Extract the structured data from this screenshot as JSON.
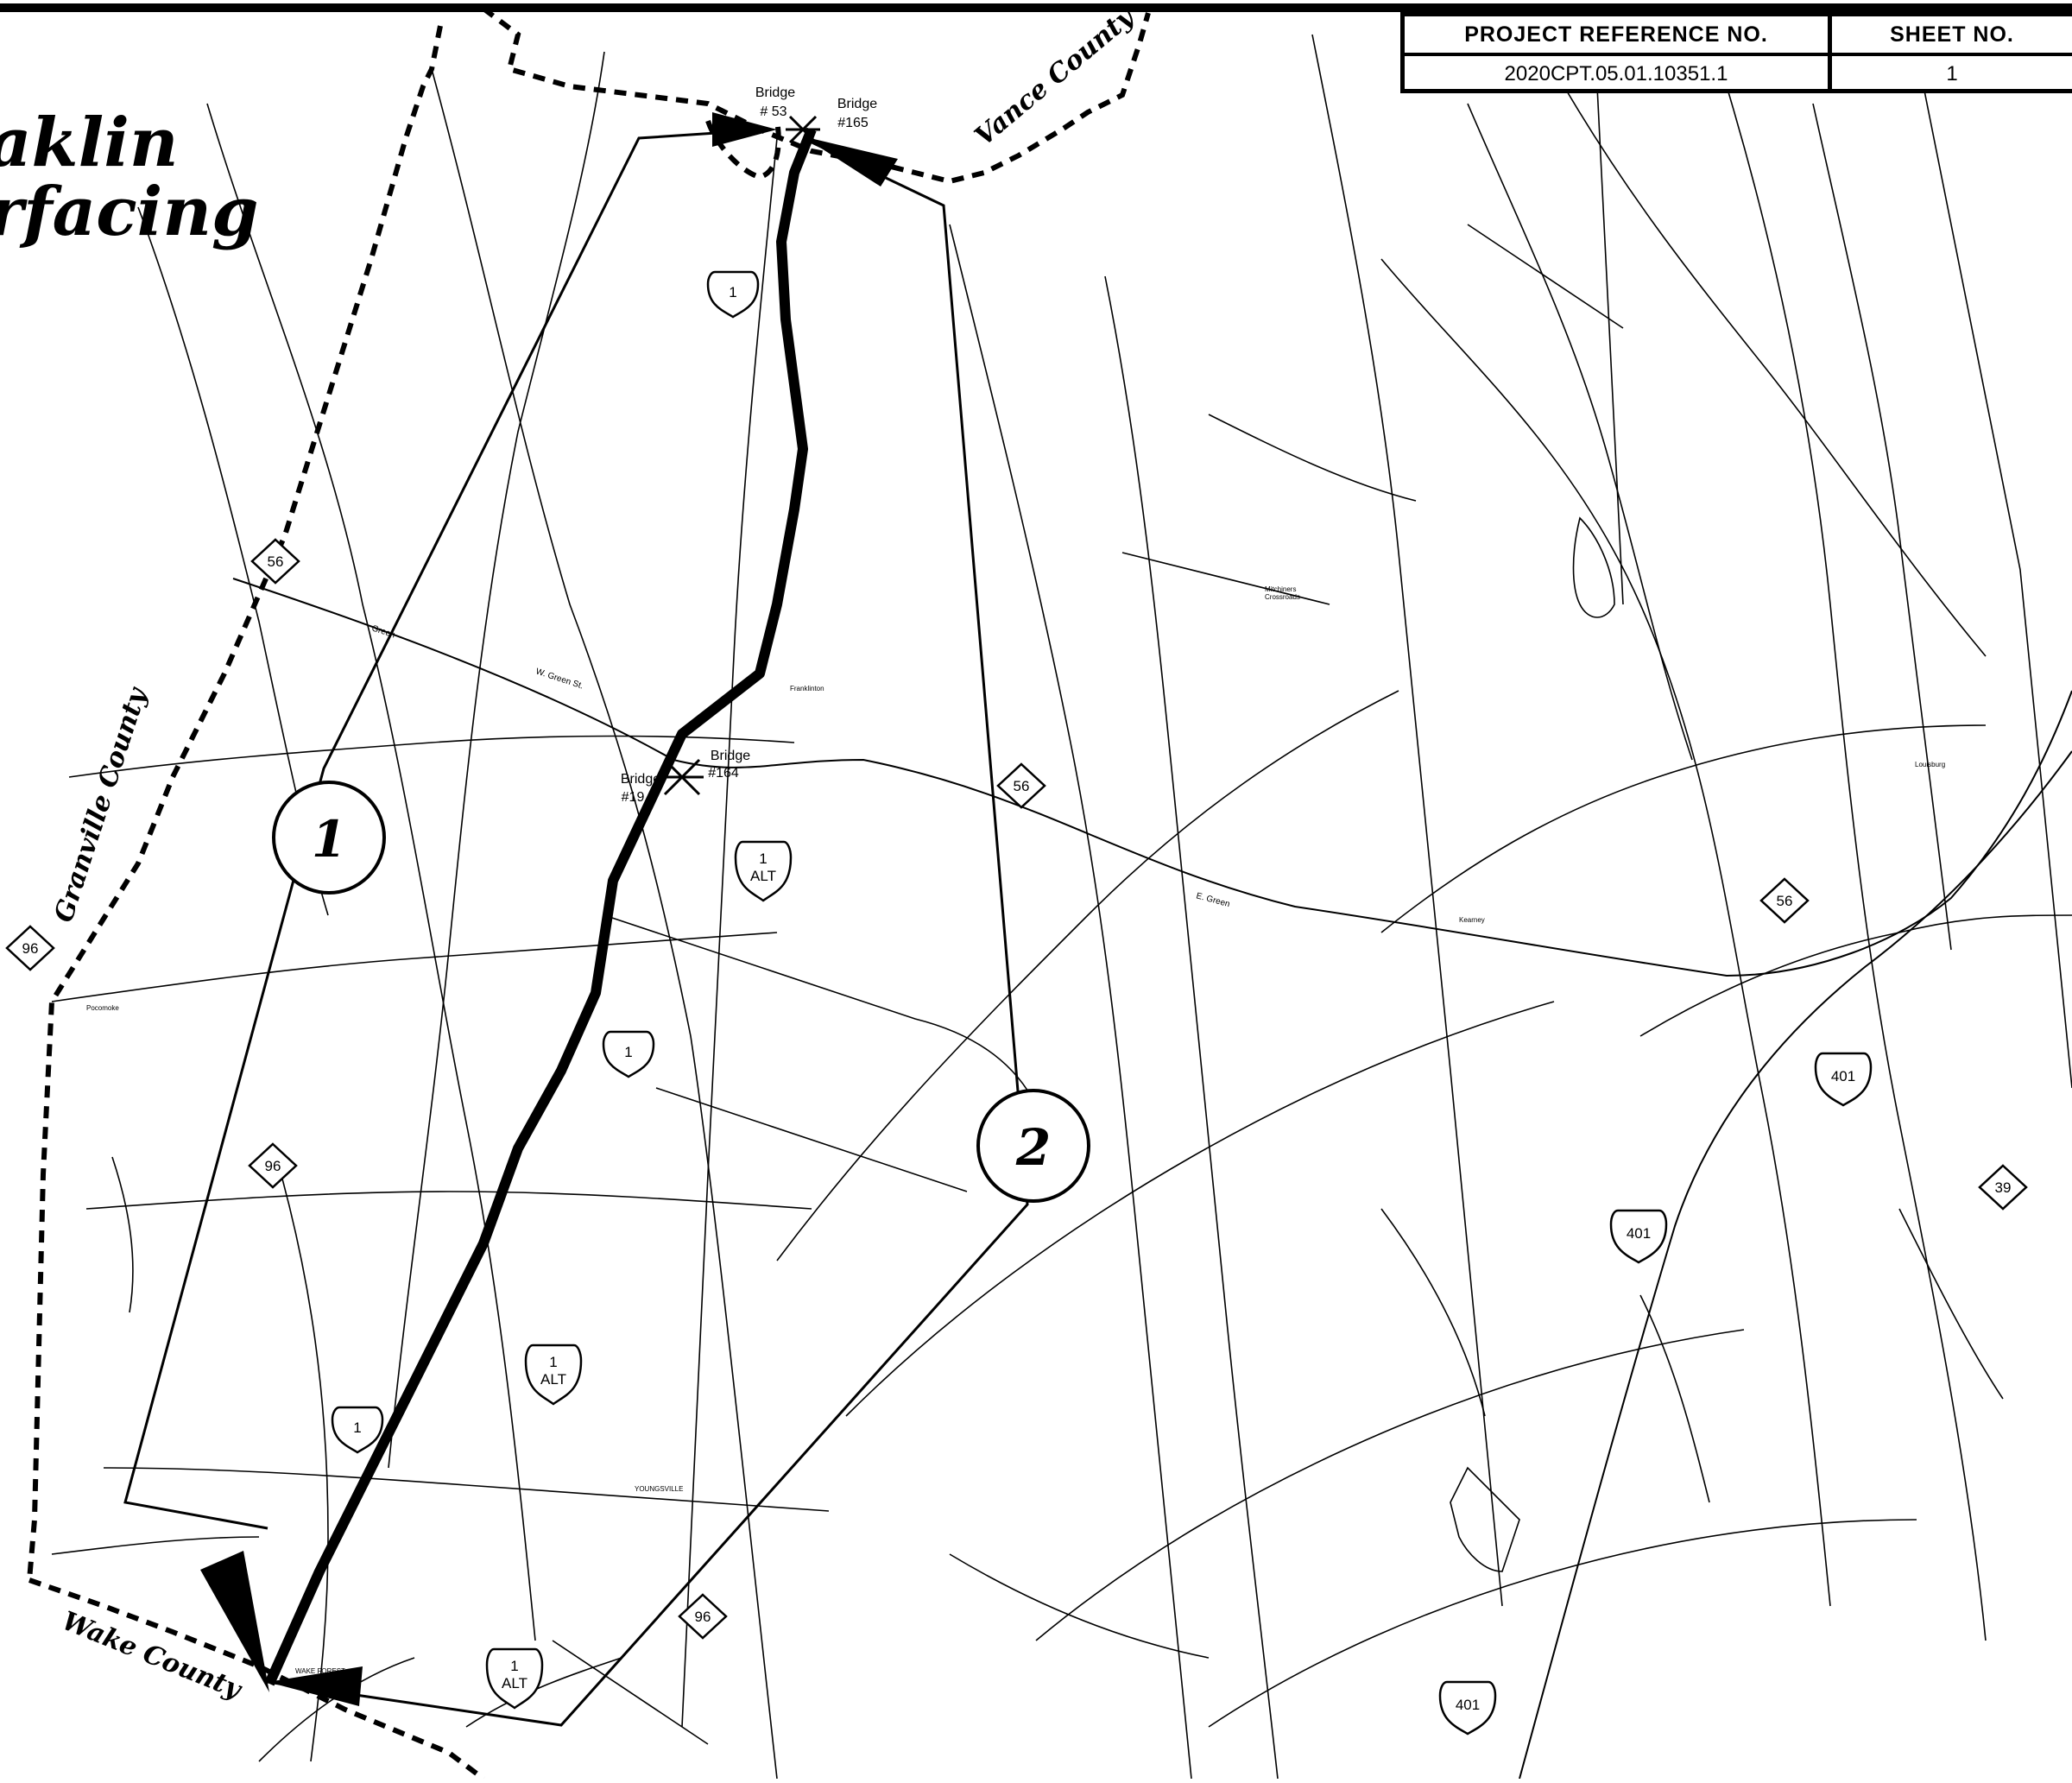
{
  "title_block": {
    "project_reference_label": "PROJECT REFERENCE NO.",
    "sheet_label": "SHEET NO.",
    "project_reference_value": "2020CPT.05.01.10351.1",
    "sheet_value": "1"
  },
  "map_title": {
    "line1": "aklin",
    "line2": "rfacing"
  },
  "counties": {
    "vance": "Vance County",
    "granville": "Granville County",
    "wake": "Wake County"
  },
  "bridges": {
    "b53": {
      "line1": "Bridge",
      "line2": "# 53"
    },
    "b165": {
      "line1": "Bridge",
      "line2": "#165"
    },
    "b164": {
      "line1": "Bridge",
      "line2": "#164"
    },
    "b19": {
      "line1": "Bridge",
      "line2": "#19"
    }
  },
  "route_circles": {
    "route1": "1",
    "route2": "2"
  },
  "shields": {
    "us1_north": "1",
    "us1_mid": "1",
    "us1_south": "1",
    "alt_top_a": "1",
    "alt_top_b": "ALT",
    "alt_mid_a": "1",
    "alt_mid_b": "ALT",
    "alt_bot_a": "1",
    "alt_bot_b": "ALT",
    "nc56_west": "56",
    "nc56_mid": "56",
    "nc56_east": "56",
    "nc96_west": "96",
    "nc96_mid": "96",
    "nc96_south": "96",
    "us401_a": "401",
    "us401_b": "401",
    "us401_c": "401",
    "nc39": "39"
  },
  "street_labels": {
    "w_green": "W. Green St.",
    "green": "Green",
    "e_green": "E. Green"
  },
  "places": {
    "franklinton": "Franklinton",
    "mitchiners": "Mitchiners",
    "crossroads": "Crossroads",
    "louisburg": "Louisburg",
    "kearney": "Kearney",
    "youngsville": "YOUNGSVILLE",
    "wake_forest": "WAKE FOREST",
    "pocomoke": "Pocomoke"
  },
  "colors": {
    "ink": "#000000",
    "paper": "#ffffff"
  }
}
